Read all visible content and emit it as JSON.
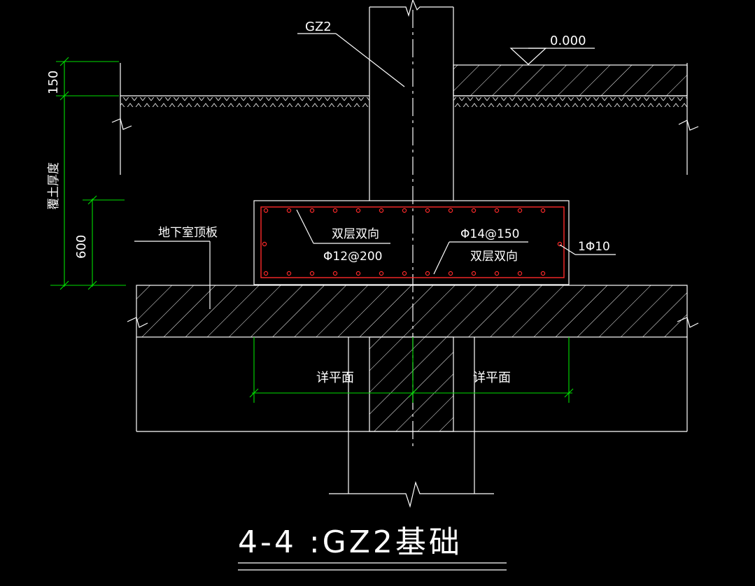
{
  "drawing": {
    "title": "4-4 :GZ2基础",
    "labels": {
      "column": "GZ2",
      "elevation": "0.000",
      "dim_150": "150",
      "dim_600": "600",
      "soil_thickness": "覆土厚度",
      "basement_roof": "地下室顶板",
      "rebar_left_note": "双层双向",
      "rebar_left_spec": "Φ12@200",
      "rebar_right_spec": "Φ14@150",
      "rebar_right_note": "双层双向",
      "side_bar": "1Φ10",
      "detail_left": "详平面",
      "detail_right": "详平面"
    },
    "colors": {
      "background": "#000000",
      "lines": "#ffffff",
      "dimensions": "#00e000",
      "rebar": "#ff2a2a"
    }
  }
}
